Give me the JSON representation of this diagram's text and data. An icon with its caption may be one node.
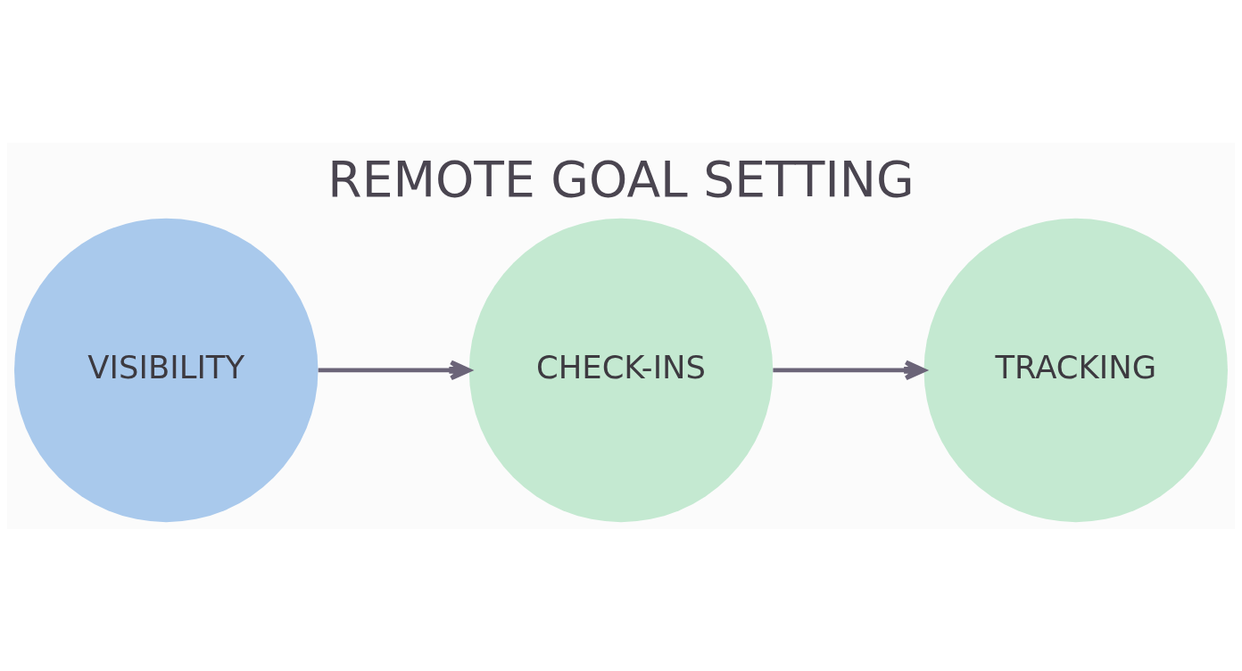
{
  "diagram": {
    "title": "REMOTE GOAL SETTING",
    "nodes": [
      {
        "text": [
          "VISIBILITY"
        ]
      },
      {
        "text": [
          "CHECK-INS"
        ]
      },
      {
        "text": [
          "TRACKING"
        ]
      }
    ],
    "edges": [
      {
        "from": 0,
        "to": 1,
        "arrow": "to"
      },
      {
        "from": 1,
        "to": 2,
        "arrow": "to"
      }
    ]
  }
}
